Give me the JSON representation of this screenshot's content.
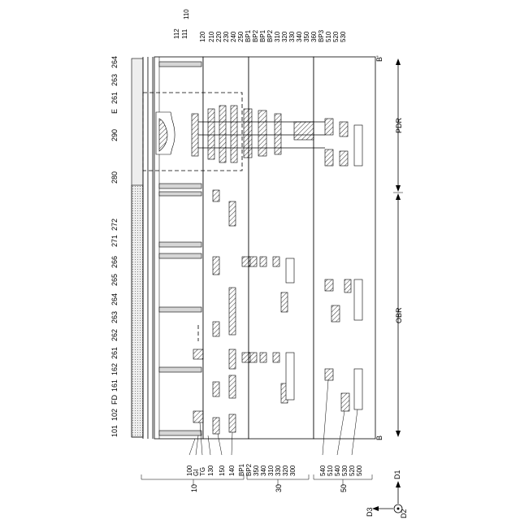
{
  "labels_top": [
    "112",
    "111",
    "110",
    "120",
    "210",
    "220",
    "230",
    "240",
    "250",
    "BP1",
    "BP2",
    "BP1",
    "BP2",
    "310",
    "320",
    "330",
    "340",
    "350",
    "360",
    "BP3",
    "510",
    "520",
    "530"
  ],
  "labels_top2": [
    "264",
    "263",
    "261",
    "E",
    "290",
    "280",
    "272",
    "271",
    "266",
    "265",
    "264",
    "263",
    "262",
    "261",
    "162",
    "161",
    "FD",
    "102",
    "101"
  ],
  "labels_bottom": [
    "100",
    "GI",
    "TG",
    "130",
    "150",
    "140",
    "BP1",
    "BP2",
    "350",
    "340",
    "310",
    "330",
    "320",
    "300",
    "540",
    "510",
    "540",
    "530",
    "520",
    "500"
  ],
  "groups": [
    "10",
    "30",
    "50"
  ],
  "regions": [
    "PDR",
    "OBR"
  ],
  "section": {
    "start": "B",
    "end": "B'"
  },
  "axes": {
    "d1": "D1",
    "d2": "D2",
    "d3": "D3"
  }
}
